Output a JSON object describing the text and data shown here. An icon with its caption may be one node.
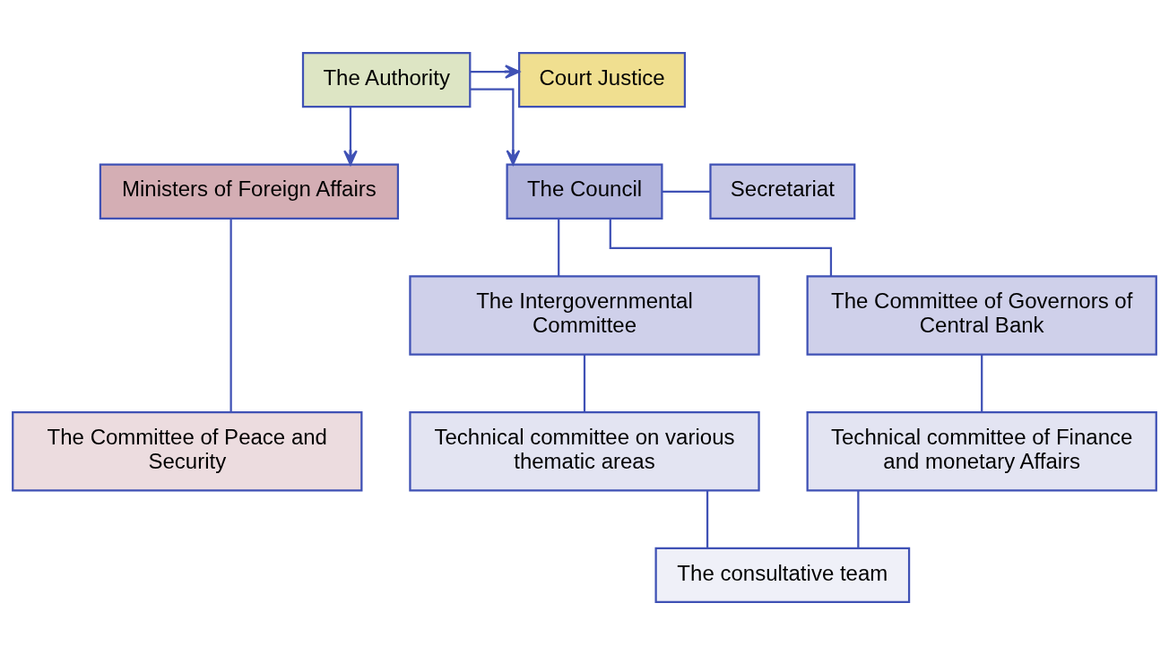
{
  "diagram": {
    "nodes": [
      {
        "text": [
          "The Authority"
        ]
      },
      {
        "text": [
          "Court Justice"
        ]
      },
      {
        "text": [
          "Ministers of Foreign Affairs"
        ]
      },
      {
        "text": [
          "The Council"
        ]
      },
      {
        "text": [
          "Secretariat"
        ]
      },
      {
        "text": [
          "The Intergovernmental Committee"
        ]
      },
      {
        "text": [
          "The Committee of Governors of Central Bank"
        ]
      },
      {
        "text": [
          "The Committee of Peace and Security"
        ]
      },
      {
        "text": [
          "Technical committee on various thematic areas"
        ]
      },
      {
        "text": [
          "Technical committee of Finance and monetary Affairs"
        ]
      },
      {
        "text": [
          "The consultative team"
        ]
      }
    ],
    "edges": [
      {
        "from": 0,
        "to": 1,
        "arrow": "to"
      },
      {
        "from": 0,
        "to": 2,
        "arrow": "to"
      },
      {
        "from": 0,
        "to": 3,
        "arrow": "to"
      },
      {
        "from": 3,
        "to": 4,
        "arrow": "none"
      },
      {
        "from": 3,
        "to": 5,
        "arrow": "none"
      },
      {
        "from": 3,
        "to": 6,
        "arrow": "none"
      },
      {
        "from": 2,
        "to": 7,
        "arrow": "none"
      },
      {
        "from": 5,
        "to": 8,
        "arrow": "none"
      },
      {
        "from": 6,
        "to": 9,
        "arrow": "none"
      },
      {
        "from": 8,
        "to": 10,
        "arrow": "none"
      },
      {
        "from": 9,
        "to": 10,
        "arrow": "none"
      }
    ]
  }
}
